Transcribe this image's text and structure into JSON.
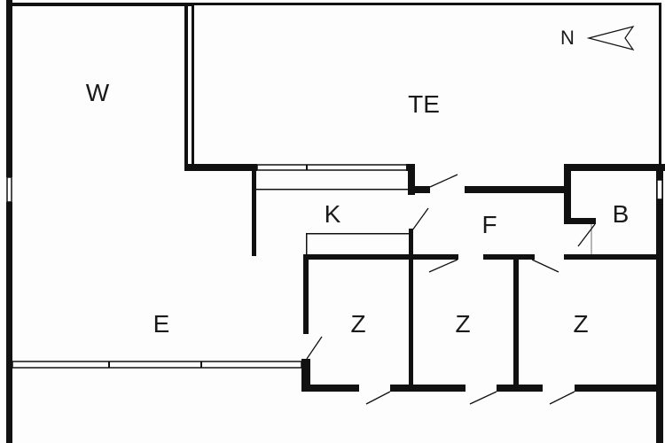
{
  "rooms": {
    "w": "W",
    "te": "TE",
    "k": "K",
    "f": "F",
    "b": "B",
    "e": "E",
    "z1": "Z",
    "z2": "Z",
    "z3": "Z"
  },
  "compass": {
    "label": "N",
    "icon": "north-arrow-icon"
  },
  "colors": {
    "wall": "#111111",
    "background": "#fdfdfd"
  }
}
